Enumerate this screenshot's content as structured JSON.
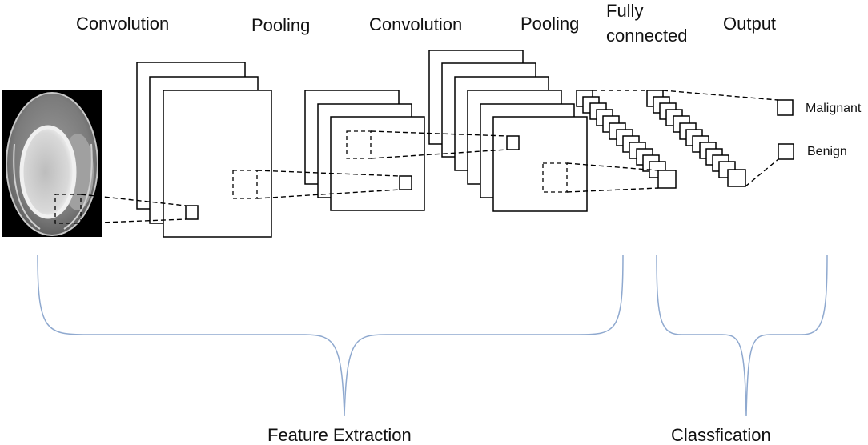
{
  "stages": {
    "convolution_1": "Convolution",
    "pooling_1": "Pooling",
    "convolution_2": "Convolution",
    "pooling_2": "Pooling",
    "fully_connected_line1": "Fully",
    "fully_connected_line2": "connected",
    "output": "Output"
  },
  "outputs": {
    "malignant": "Malignant",
    "benign": "Benign"
  },
  "groups": {
    "feature_extraction": "Feature Extraction",
    "classification": "Classfication"
  },
  "colors": {
    "brace": "#8fa9cf",
    "line": "#000000",
    "scan_background": "#000000"
  }
}
